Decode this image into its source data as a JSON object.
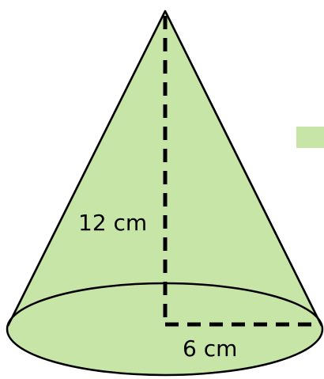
{
  "diagram": {
    "shape": "cone",
    "height_label": "12 cm",
    "radius_label": "6 cm",
    "fill_color": "#c6e5a7",
    "stroke_color": "#000000",
    "marker_color": "#c6e5a7"
  }
}
